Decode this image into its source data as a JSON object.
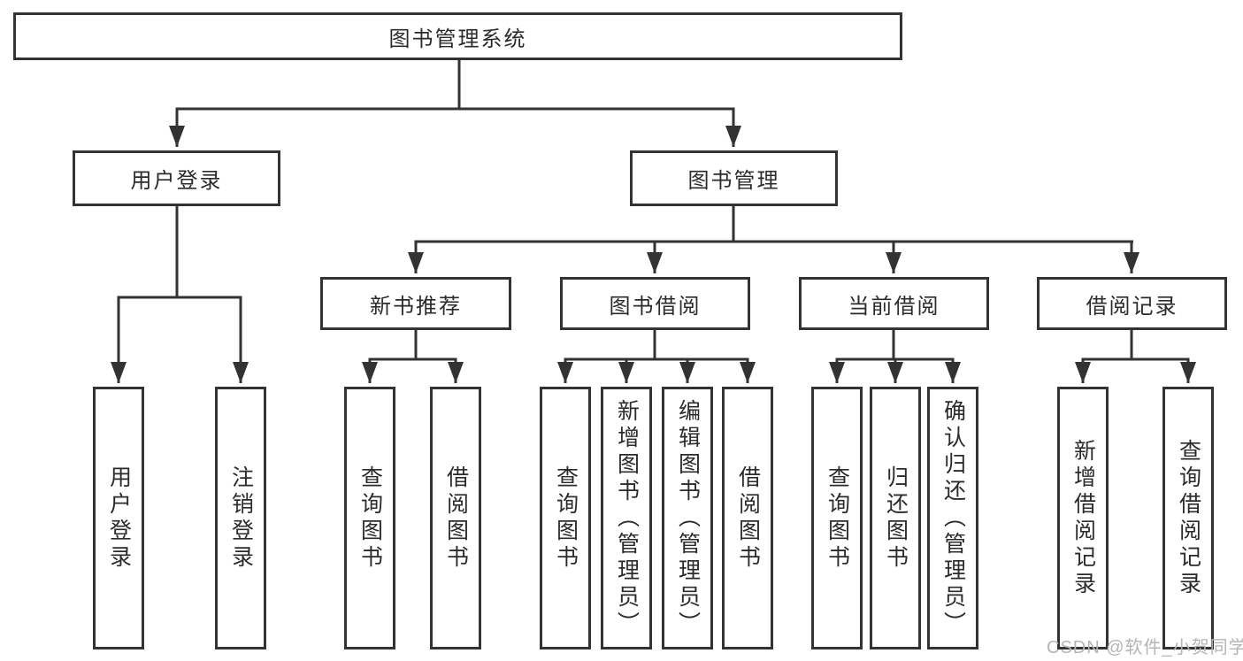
{
  "diagram": {
    "title": "图书管理系统",
    "root": {
      "label": "图书管理系统"
    },
    "level2": {
      "user_login": {
        "label": "用户登录"
      },
      "book_mgmt": {
        "label": "图书管理"
      }
    },
    "level3": {
      "new_book_rec": {
        "label": "新书推荐"
      },
      "book_borrowing": {
        "label": "图书借阅"
      },
      "current_borrowing": {
        "label": "当前借阅"
      },
      "borrow_records": {
        "label": "借阅记录"
      }
    },
    "leaves": {
      "user_login_leaf": {
        "label": "用户登录",
        "parent": "用户登录"
      },
      "logout": {
        "label": "注销登录",
        "parent": "用户登录"
      },
      "query_book_1": {
        "label": "查询图书",
        "parent": "新书推荐"
      },
      "borrow_book_1": {
        "label": "借阅图书",
        "parent": "新书推荐"
      },
      "query_book_2": {
        "label": "查询图书",
        "parent": "图书借阅"
      },
      "add_book": {
        "label": "新增图书（管理员）",
        "parent": "图书借阅"
      },
      "edit_book": {
        "label": "编辑图书（管理员）",
        "parent": "图书借阅"
      },
      "borrow_book_2": {
        "label": "借阅图书",
        "parent": "图书借阅"
      },
      "query_book_3": {
        "label": "查询图书",
        "parent": "当前借阅"
      },
      "return_book": {
        "label": "归还图书",
        "parent": "当前借阅"
      },
      "confirm_return": {
        "label": "确认归还（管理员）",
        "parent": "当前借阅"
      },
      "add_borrow_record": {
        "label": "新增借阅记录",
        "parent": "借阅记录"
      },
      "query_borrow_record": {
        "label": "查询借阅记录",
        "parent": "借阅记录"
      }
    }
  },
  "watermark": {
    "text": "CSDN @软件_小贺同学"
  },
  "colors": {
    "line": "#333333",
    "text": "#2b2b2b",
    "box_background": "#ffffff",
    "watermark": "#b5b5b5"
  }
}
